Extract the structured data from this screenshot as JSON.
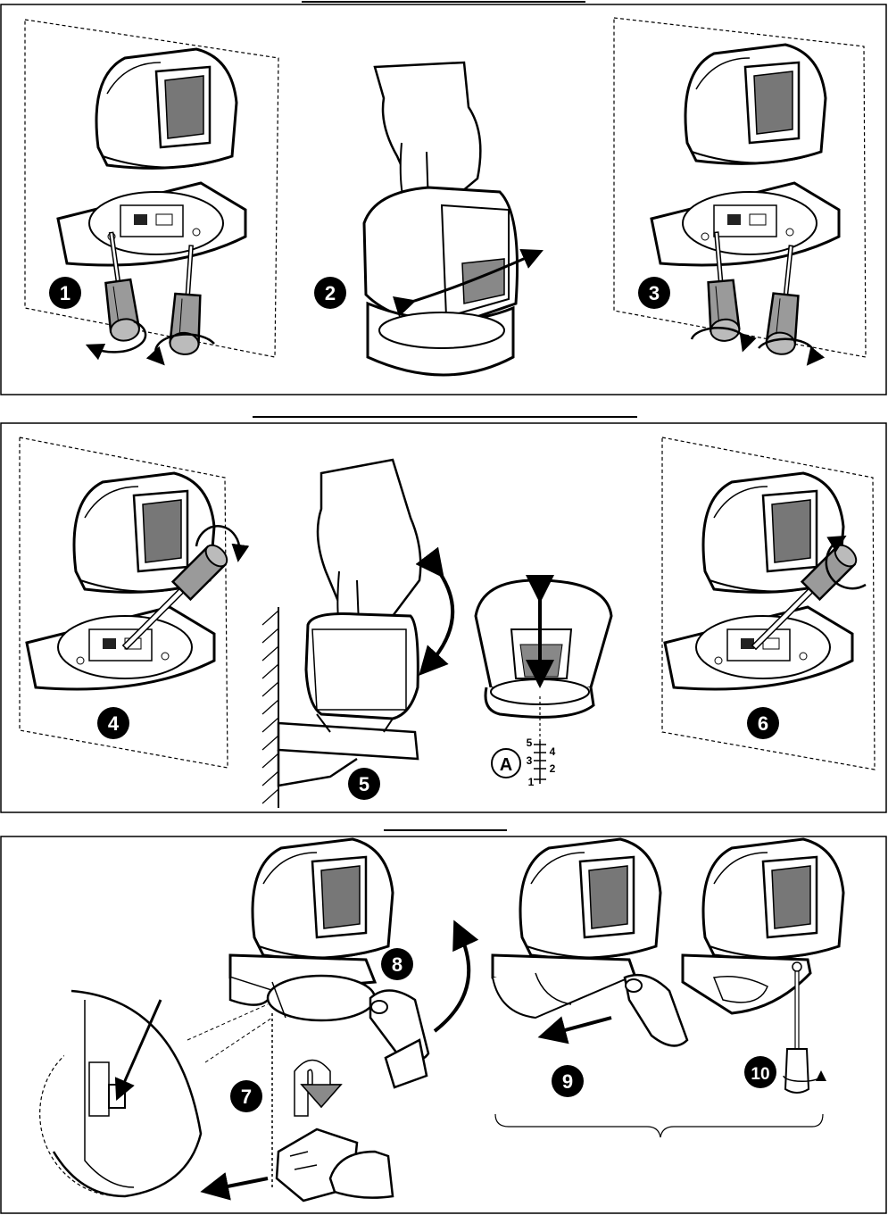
{
  "steps": {
    "s1": "1",
    "s2": "2",
    "s3": "3",
    "s4": "4",
    "s5": "5",
    "s6": "6",
    "s7": "7",
    "s8": "8",
    "s9": "9",
    "s10": "10"
  },
  "scale": {
    "label": "A",
    "ticks": [
      "5",
      "4",
      "3",
      "2",
      "1"
    ]
  },
  "colors": {
    "ink": "#000000",
    "paper": "#ffffff",
    "shade": "#9a9a9a",
    "dark": "#1a1a1a"
  }
}
